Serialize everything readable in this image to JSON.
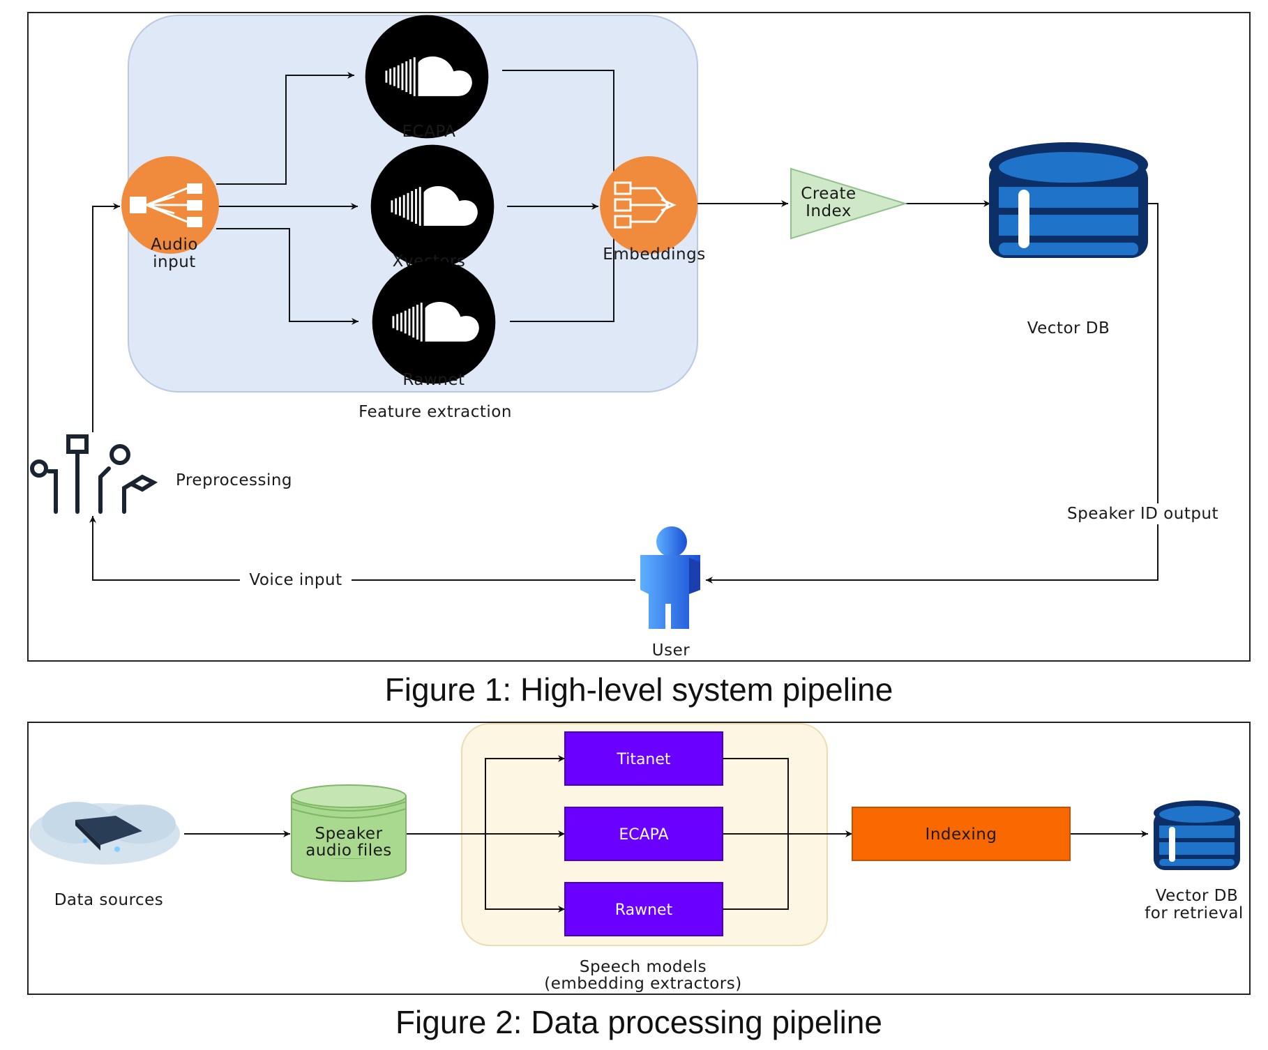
{
  "figure1": {
    "caption": "Figure 1: High-level system pipeline",
    "group_label": "Feature extraction",
    "audio_input": [
      "Audio",
      "input"
    ],
    "models": [
      "ECAPA",
      "Xvectors",
      "Rawnet"
    ],
    "embeddings": "Embeddings",
    "create_index": [
      "Create",
      "Index"
    ],
    "vector_db": "Vector DB",
    "preprocessing": "Preprocessing",
    "speaker_id_output": "Speaker ID output",
    "voice_input": "Voice input",
    "user": "User"
  },
  "figure2": {
    "caption": "Figure 2: Data processing pipeline",
    "data_sources": "Data sources",
    "speaker_audio": [
      "Speaker",
      "audio files"
    ],
    "models": [
      "Titanet",
      "ECAPA",
      "Rawnet"
    ],
    "group_label": [
      "Speech models",
      "(embedding extractors)"
    ],
    "indexing": "Indexing",
    "vector_db": [
      "Vector DB",
      "for retrieval"
    ]
  },
  "colors": {
    "feature_group_fill": "#dfe8f6",
    "orange_node": "#f08a3c",
    "create_index_fill": "#cfe8c8",
    "db_blue": "#1f73c8",
    "db_dark": "#0b2f66",
    "model_box": "#6a00ff",
    "indexing_box": "#fa6800",
    "speech_group_fill": "#fdf6e3",
    "speaker_audio_fill": "#a9d98f"
  },
  "icons": [
    "soundcloud-icon",
    "splitter-icon",
    "router-icon",
    "database-icon",
    "user-icon",
    "circuit-icon",
    "cloud-chip-icon"
  ]
}
